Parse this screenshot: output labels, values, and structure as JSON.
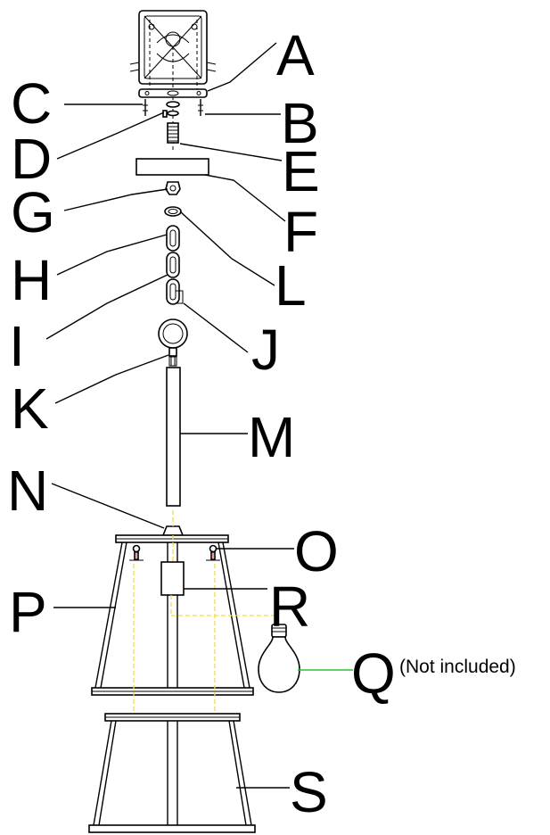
{
  "labels": {
    "A": "A",
    "B": "B",
    "C": "C",
    "D": "D",
    "E": "E",
    "F": "F",
    "G": "G",
    "H": "H",
    "I": "I",
    "J": "J",
    "K": "K",
    "L": "L",
    "M": "M",
    "N": "N",
    "O": "O",
    "P": "P",
    "Q": "Q",
    "R": "R",
    "S": "S"
  },
  "note_q": "(Not included)",
  "colors": {
    "wire": "#f2dc4a",
    "bulb_leader": "#2fc02f",
    "line": "#000000"
  }
}
